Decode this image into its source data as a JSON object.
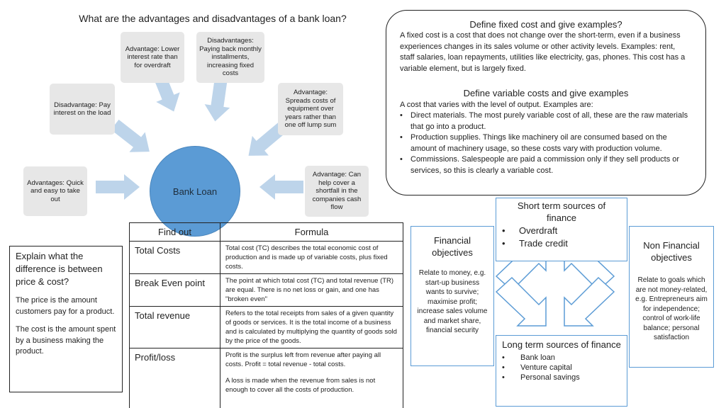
{
  "bank_loan": {
    "title": "What are the advantages and disadvantages of a bank loan?",
    "center": "Bank Loan",
    "boxes": {
      "lower_interest": "Advantage: Lower interest rate than for overdraft",
      "monthly_installments": "Disadvantages: Paying back monthly installments, increasing fixed costs",
      "pay_interest": "Disadvantage: Pay interest on the load",
      "spreads_costs": "Advantage: Spreads costs of equipment over years rather than one off lump sum",
      "quick_easy": "Advantages: Quick and easy to take out",
      "shortfall": "Advantage: Can help cover a shortfall in the companies cash flow"
    }
  },
  "define": {
    "fixed_heading": "Define fixed cost and give examples?",
    "fixed_text": "A fixed cost is a cost that does not change over the short-term, even if a business experiences changes in its sales volume or other activity levels. Examples: rent, staff salaries, loan repayments, utilities like electricity, gas, phones. This cost has a variable element, but is largely fixed.",
    "variable_heading": "Define variable costs and give examples",
    "variable_intro": "A cost that varies with the level of output. Examples are:",
    "variable_items": [
      "Direct materials. The most purely variable cost of all, these are the raw materials that go into a product.",
      "Production supplies. Things like machinery oil are consumed based on the amount of machinery usage, so these costs vary with production volume.",
      "Commissions. Salespeople are paid a commission only if they sell products or services, so this is clearly a variable cost."
    ]
  },
  "table": {
    "col1": "Find out",
    "col2": "Formula",
    "rows": [
      {
        "key": "Total Costs",
        "value": "Total cost (TC) describes the total economic cost of production and is made up of variable costs, plus fixed costs."
      },
      {
        "key": "Break Even point",
        "value": "The point at which total cost (TC) and total revenue (TR) are equal. There is no net loss or gain, and one has \"broken even\""
      },
      {
        "key": "Total revenue",
        "value": "Refers to the total receipts from sales of a given quantity of goods or services. It is the total income of a business and is calculated by multiplying the quantity of goods sold by the price of the goods."
      },
      {
        "key": "Profit/loss",
        "value": "Profit is the surplus left from revenue after paying all costs. Profit = total revenue - total costs.",
        "value2": "A loss is made when the revenue from sales is not enough to cover all the costs of production."
      }
    ]
  },
  "explain": {
    "question": "Explain what the difference is between price & cost?",
    "price": "The price is the amount customers pay for a product.",
    "cost": "The cost is the amount spent by a business making the product."
  },
  "sources": {
    "short_term": {
      "heading": "Short term sources of finance",
      "items": [
        "Overdraft",
        "Trade credit"
      ]
    },
    "financial": {
      "heading": "Financial objectives",
      "text": "Relate to money, e.g. start-up business wants to survive; maximise profit; increase sales volume and market share, financial security"
    },
    "non_financial": {
      "heading": "Non Financial objectives",
      "text": "Relate to goals which are not money-related, e.g. Entrepreneurs aim for independence; control of work-life balance; personal satisfaction"
    },
    "long_term": {
      "heading": "Long term sources of finance",
      "items": [
        "Bank loan",
        "Venture capital",
        "Personal savings"
      ]
    }
  },
  "colors": {
    "accent": "#5b9bd5",
    "arrow_fill": "#bdd4ea",
    "box_fill": "#e7e7e7"
  }
}
